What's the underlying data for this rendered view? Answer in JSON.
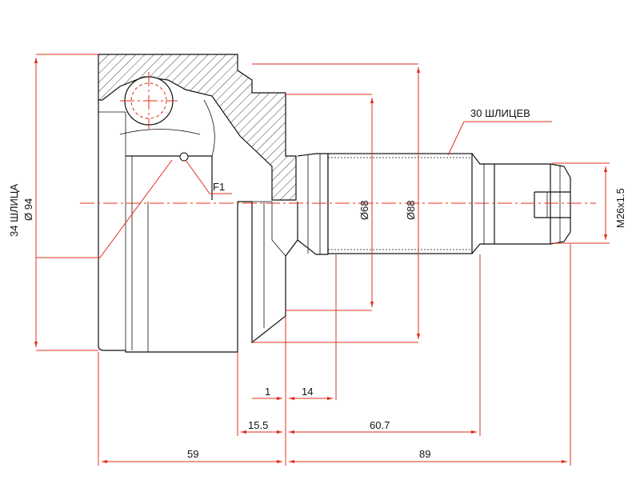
{
  "diagram": {
    "labels": {
      "splines_left": "34 ШЛИЦА",
      "dia_outer": "Ø 94",
      "splines_right": "30 ШЛИЦЕВ",
      "f1": "F1",
      "dia_68": "Ø68",
      "dia_88": "Ø88",
      "thread": "M26x1.5"
    },
    "dimensions": {
      "d_1": "1",
      "d_14": "14",
      "d_15_5": "15.5",
      "d_60_7": "60.7",
      "d_59": "59",
      "d_89": "89"
    },
    "colors": {
      "dimension_lines": "#e0301e",
      "outline": "#111111"
    }
  }
}
